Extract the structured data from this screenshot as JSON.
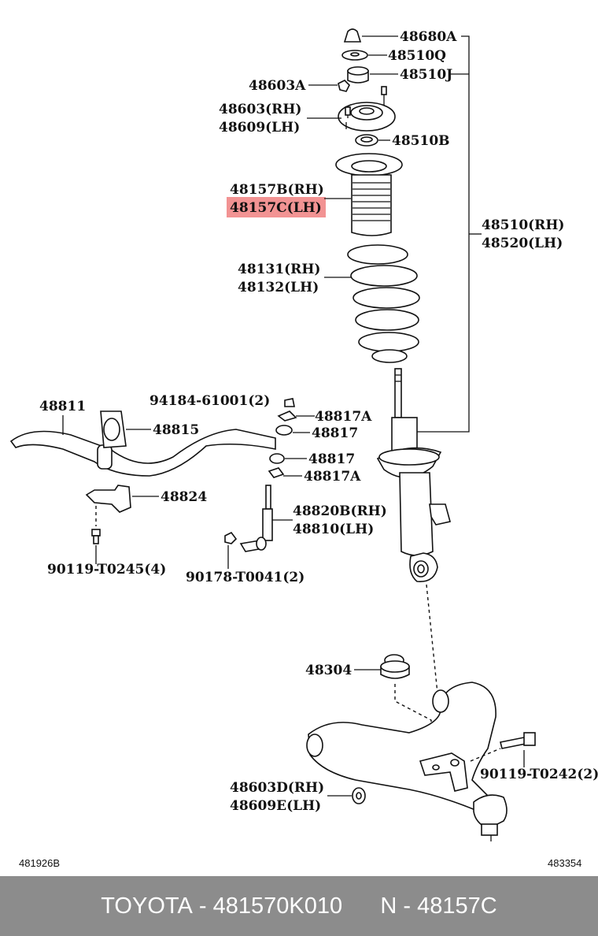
{
  "parts": {
    "p48680A": "48680A",
    "p48510Q": "48510Q",
    "p48510J": "48510J",
    "p48603A": "48603A",
    "p48603": "48603(RH)",
    "p48609": "48609(LH)",
    "p48510B": "48510B",
    "p48157B": "48157B(RH)",
    "p48157C": "48157C(LH)",
    "p48510": "48510(RH)",
    "p48520": "48520(LH)",
    "p48131": "48131(RH)",
    "p48132": "48132(LH)",
    "p94184": "94184-61001(2)",
    "p48811": "48811",
    "p48817A_top": "48817A",
    "p48815": "48815",
    "p48817_top": "48817",
    "p48817_bot": "48817",
    "p48817A_bot": "48817A",
    "p48824": "48824",
    "p48820B": "48820B(RH)",
    "p48810": "48810(LH)",
    "p90119_T0245": "90119-T0245(4)",
    "p90178": "90178-T0041(2)",
    "p48304": "48304",
    "p90119_T0242": "90119-T0242(2)",
    "p48603D": "48603D(RH)",
    "p48609E": "48609E(LH)"
  },
  "codes": {
    "left": "481926B",
    "right": "483354"
  },
  "highlight_color": "#f08080",
  "footer": {
    "brand": "TOYOTA",
    "part_number": "481570K010",
    "ref_prefix": "N",
    "ref": "48157C"
  }
}
